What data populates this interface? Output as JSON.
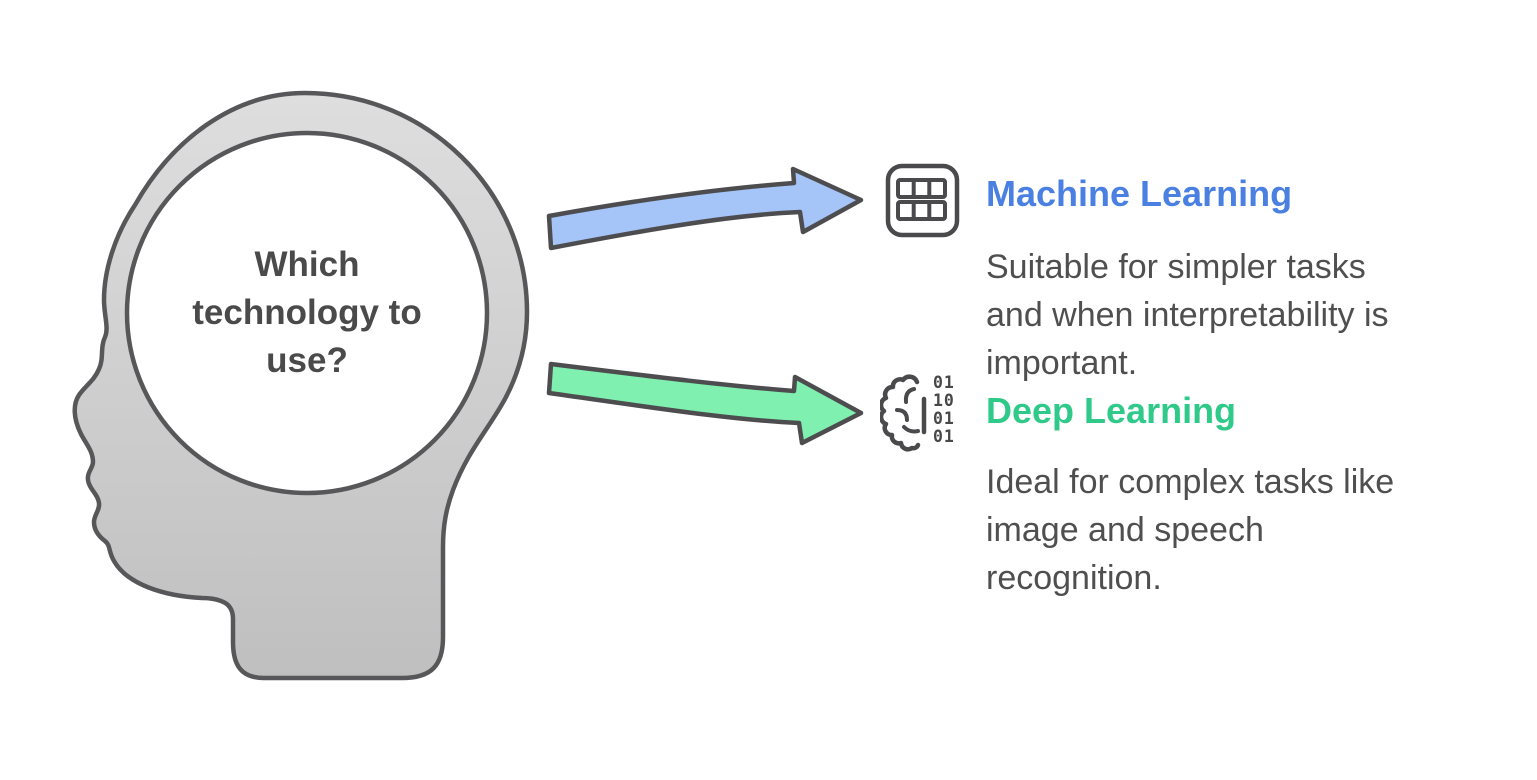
{
  "head": {
    "question_lines": [
      "Which",
      "technology to",
      "use?"
    ],
    "fill_top": "#dedede",
    "fill_bottom": "#bfbfbf",
    "outline_color": "#57575a",
    "text_color": "#4a4a4a"
  },
  "arrows": {
    "ml_arrow_fill": "#a5c4f8",
    "dl_arrow_fill": "#7ff0af",
    "outline_color": "#4d4d50"
  },
  "machine_learning": {
    "title": "Machine Learning",
    "title_color": "#4a80e2",
    "icon": "table-grid-icon",
    "description_lines": [
      "Suitable for simpler tasks",
      "and when interpretability is",
      "important."
    ]
  },
  "deep_learning": {
    "title": "Deep Learning",
    "title_color": "#2fca8a",
    "icon": "brain-binary-icon",
    "icon_binary_rows": [
      "01",
      "10",
      "01",
      "01"
    ],
    "description_lines": [
      "Ideal for complex tasks like",
      "image and speech",
      "recognition."
    ]
  },
  "description_text_color": "#4f4f4f",
  "background_color": "#ffffff"
}
